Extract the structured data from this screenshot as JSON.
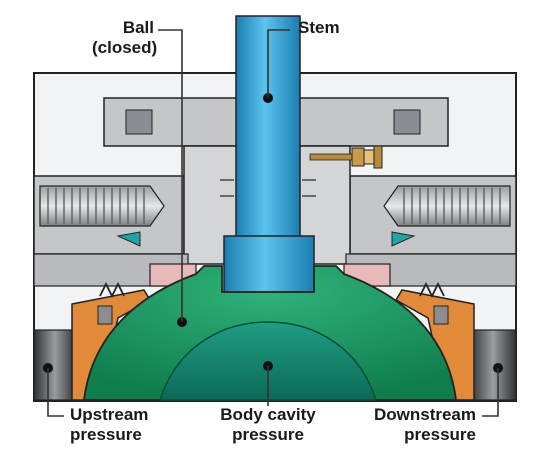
{
  "labels": {
    "ball": "Ball",
    "ball_state": "(closed)",
    "stem": "Stem",
    "upstream_1": "Upstream",
    "upstream_2": "pressure",
    "cavity_1": "Body cavity",
    "cavity_2": "pressure",
    "downstream_1": "Downstream",
    "downstream_2": "pressure"
  },
  "colors": {
    "background": "#ffffff",
    "body_steel": "#c4c6c9",
    "body_steel_dark": "#8a8d91",
    "stem": "#2aa6dd",
    "stem_dark": "#1a7eb0",
    "ball": "#16905a",
    "ball_dark": "#0c6a44",
    "seat_carrier": "#e08a3a",
    "seat_insert": "#e9b9b9",
    "outline": "#222222",
    "label_line": "#333333",
    "pipe_bore": "#5a5d60"
  },
  "icons": [
    "spring-icon",
    "bolt-icon",
    "grease-fitting-icon"
  ]
}
